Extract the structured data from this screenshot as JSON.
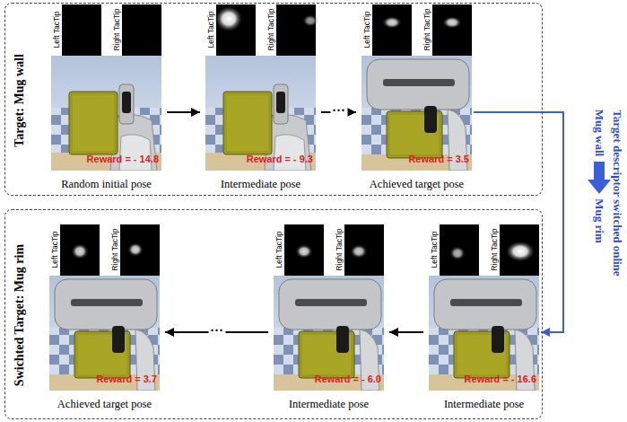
{
  "diagram": {
    "nodes": [
      {
        "text": [
          "Target: Mug wall"
        ]
      },
      {
        "text": [
          "Left TacTip",
          "Right TacTip",
          "Reward = - 14.8",
          "Random initial pose"
        ],
        "in": 0
      },
      {
        "text": [
          "Left TacTip",
          "Right TacTip",
          "Reward = - 9.3",
          "Intermediate pose"
        ],
        "in": 0
      },
      {
        "text": [
          "Left TacTip",
          "Right TacTip",
          "Reward = 3.5",
          "Achieved target pose"
        ],
        "in": 0
      },
      {
        "text": [
          "Swichted Target: Mug rim"
        ]
      },
      {
        "text": [
          "Left TacTip",
          "Right TacTip",
          "Reward = 3.7",
          "Achieved target pose"
        ],
        "in": 4
      },
      {
        "text": [
          "Left TacTip",
          "Right TacTip",
          "Reward = - 6.0",
          "Intermediate pose"
        ],
        "in": 4
      },
      {
        "text": [
          "Left TacTip",
          "Right TacTip",
          "Reward = - 16.6",
          "Intermediate pose"
        ],
        "in": 4
      }
    ],
    "edges": [
      {
        "from": 1,
        "to": 2,
        "arrow": "to"
      },
      {
        "from": 2,
        "to": 3,
        "arrow": "to",
        "label": "···"
      },
      {
        "from": 3,
        "to": 7,
        "arrow": "to"
      },
      {
        "from": 7,
        "to": 6,
        "arrow": "to"
      },
      {
        "from": 6,
        "to": 5,
        "arrow": "to",
        "label": "···"
      }
    ],
    "labels": [
      "Target descriptor switched online",
      "Mug wall",
      "Mug rim"
    ]
  }
}
